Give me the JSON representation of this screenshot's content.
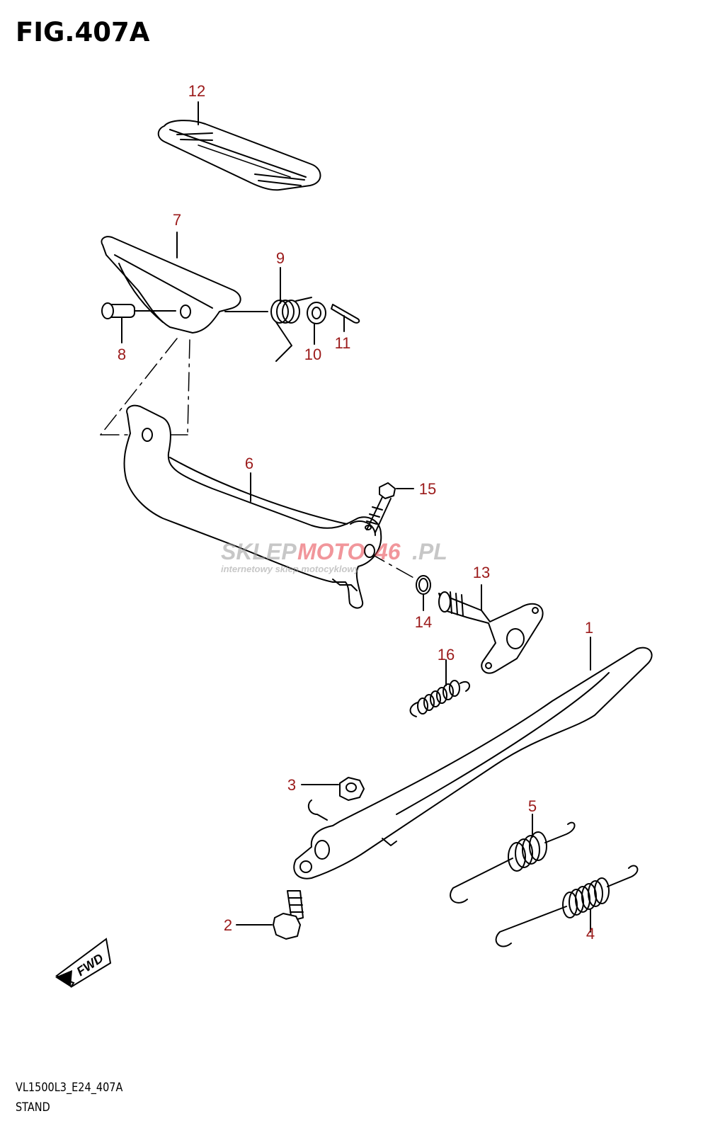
{
  "figure": {
    "title": "FIG.407A",
    "model_code": "VL1500L3_E24_407A",
    "section": "STAND"
  },
  "watermark": {
    "brand_left": "SKLEP",
    "brand_mid": "MOTO",
    "brand_num": "46",
    "brand_tld": ".PL",
    "tagline": "internetowy sklep motocyklowy"
  },
  "fwd_badge": "FWD",
  "colors": {
    "label": "#9b1a1a",
    "line": "#000000",
    "watermark_red": "#e6414a",
    "watermark_gray": "#9a9a9a"
  },
  "parts": [
    {
      "no": "1"
    },
    {
      "no": "2"
    },
    {
      "no": "3"
    },
    {
      "no": "4"
    },
    {
      "no": "5"
    },
    {
      "no": "6"
    },
    {
      "no": "7"
    },
    {
      "no": "8"
    },
    {
      "no": "9"
    },
    {
      "no": "10"
    },
    {
      "no": "11"
    },
    {
      "no": "12"
    },
    {
      "no": "13"
    },
    {
      "no": "14"
    },
    {
      "no": "15"
    },
    {
      "no": "16"
    }
  ]
}
